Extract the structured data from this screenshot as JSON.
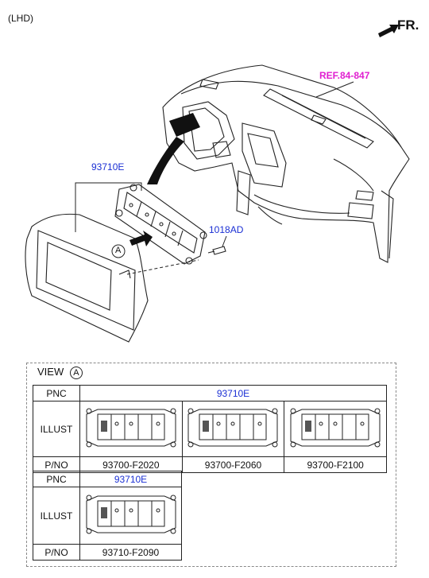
{
  "header": {
    "lhd": "(LHD)",
    "front_label": "FR."
  },
  "callouts": {
    "ref": "REF.84-847",
    "part_main": "93710E",
    "part_screw": "1018AD",
    "view_marker": "A"
  },
  "view": {
    "title": "VIEW",
    "marker": "A",
    "row_labels": {
      "pnc": "PNC",
      "illust": "ILLUST",
      "pno": "P/NO"
    },
    "table1": {
      "pnc": "93710E",
      "parts": [
        "93700-F2020",
        "93700-F2060",
        "93700-F2100"
      ]
    },
    "table2": {
      "pnc": "93710E",
      "parts": [
        "93710-F2090"
      ]
    }
  }
}
